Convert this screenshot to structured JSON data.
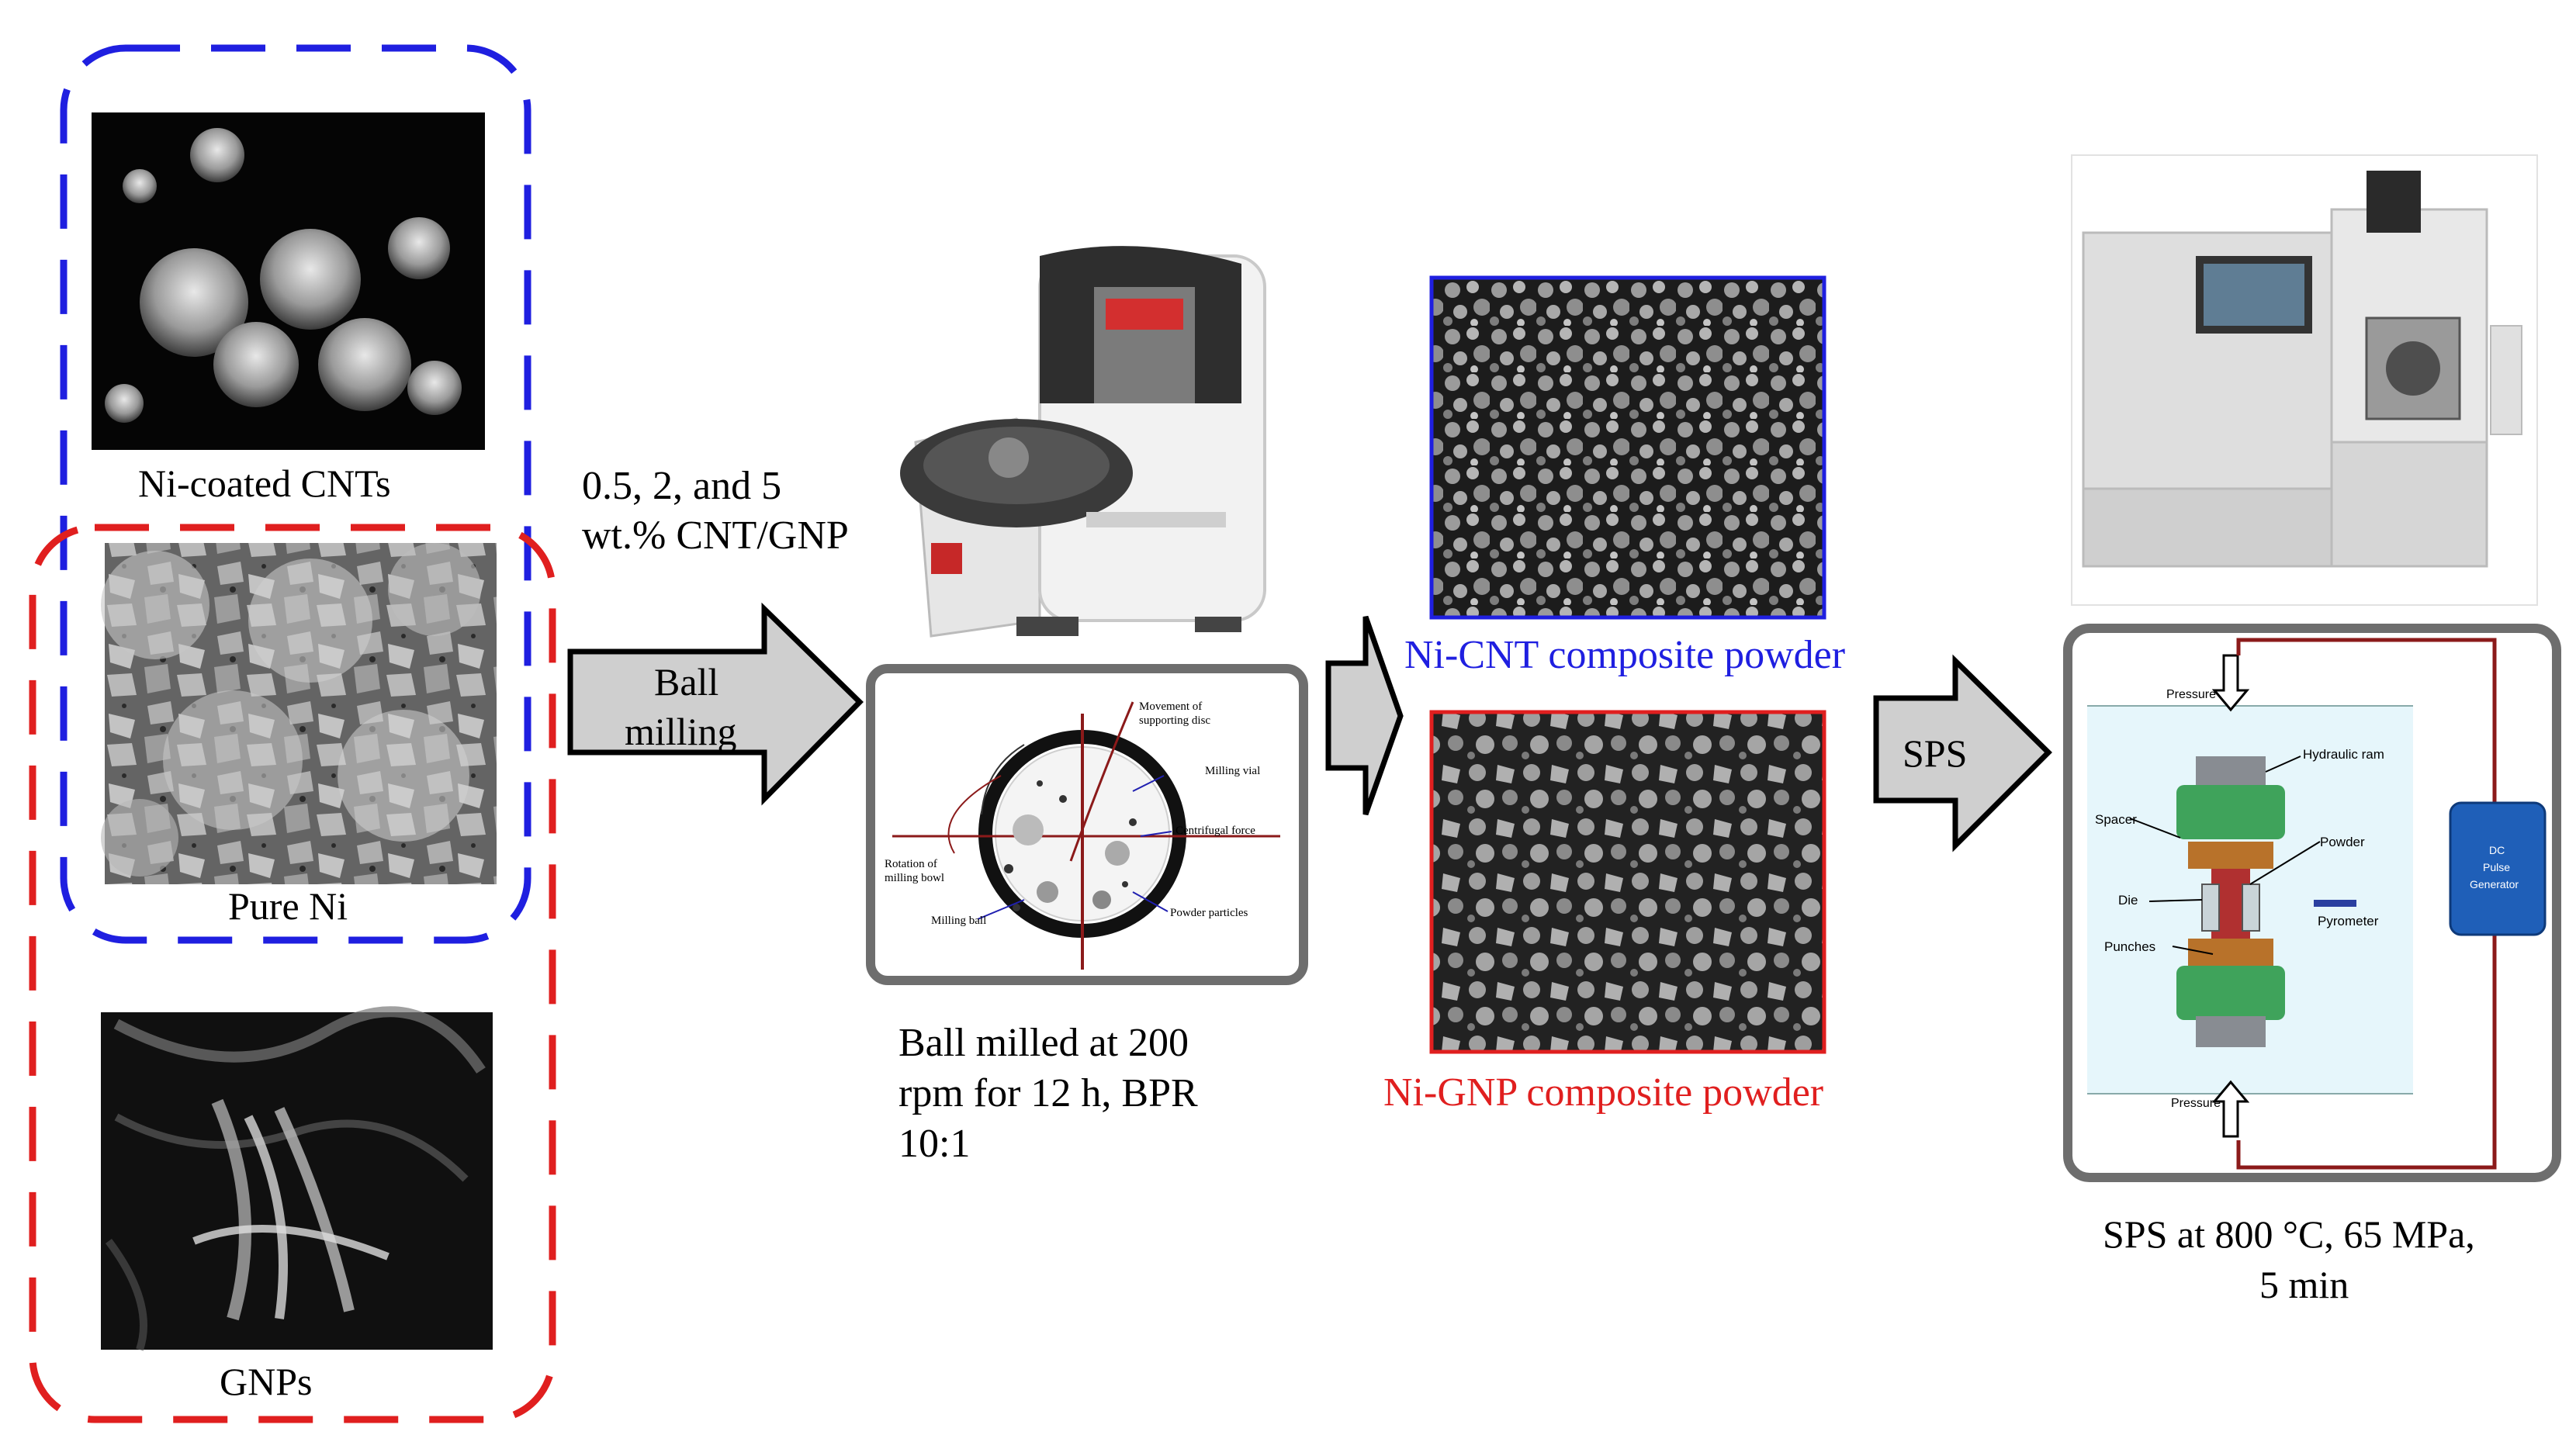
{
  "left_group": {
    "cnt_label": "Ni-coated CNTs",
    "ni_label": "Pure Ni",
    "gnp_label": "GNPs"
  },
  "step1": {
    "composition": [
      "0.5, 2, and 5",
      "wt.% CNT/GNP"
    ],
    "arrow_label": [
      "Ball",
      "milling"
    ]
  },
  "milling": {
    "inset_labels": {
      "movement": [
        "Movement of",
        "supporting disc"
      ],
      "vial": "Milling vial",
      "centrifugal": "Centrifugal force",
      "rotation": [
        "Rotation of",
        "milling bowl"
      ],
      "ball": "Milling ball",
      "particles": "Powder particles"
    },
    "caption": [
      "Ball milled at 200",
      "rpm for 12 h, BPR",
      "10:1"
    ]
  },
  "composites": {
    "cnt_caption": "Ni-CNT composite powder",
    "gnp_caption": "Ni-GNP composite powder"
  },
  "step2": {
    "arrow_label": "SPS"
  },
  "sps": {
    "labels": {
      "pressure_top": "Pressure",
      "pressure_bottom": "Pressure",
      "hydraulic": "Hydraulic ram",
      "spacer": "Spacer",
      "powder": "Powder",
      "die": "Die",
      "pyrometer": "Pyrometer",
      "punches": "Punches",
      "dc": [
        "DC",
        "Pulse",
        "Generator"
      ]
    },
    "caption": [
      "SPS at 800 °C, 65 MPa,",
      "5 min"
    ]
  },
  "colors": {
    "blue": "#1f1fe0",
    "red": "#e01f1f",
    "arrow_fill": "#cfcfcf",
    "frame": "#6e6e6e"
  }
}
